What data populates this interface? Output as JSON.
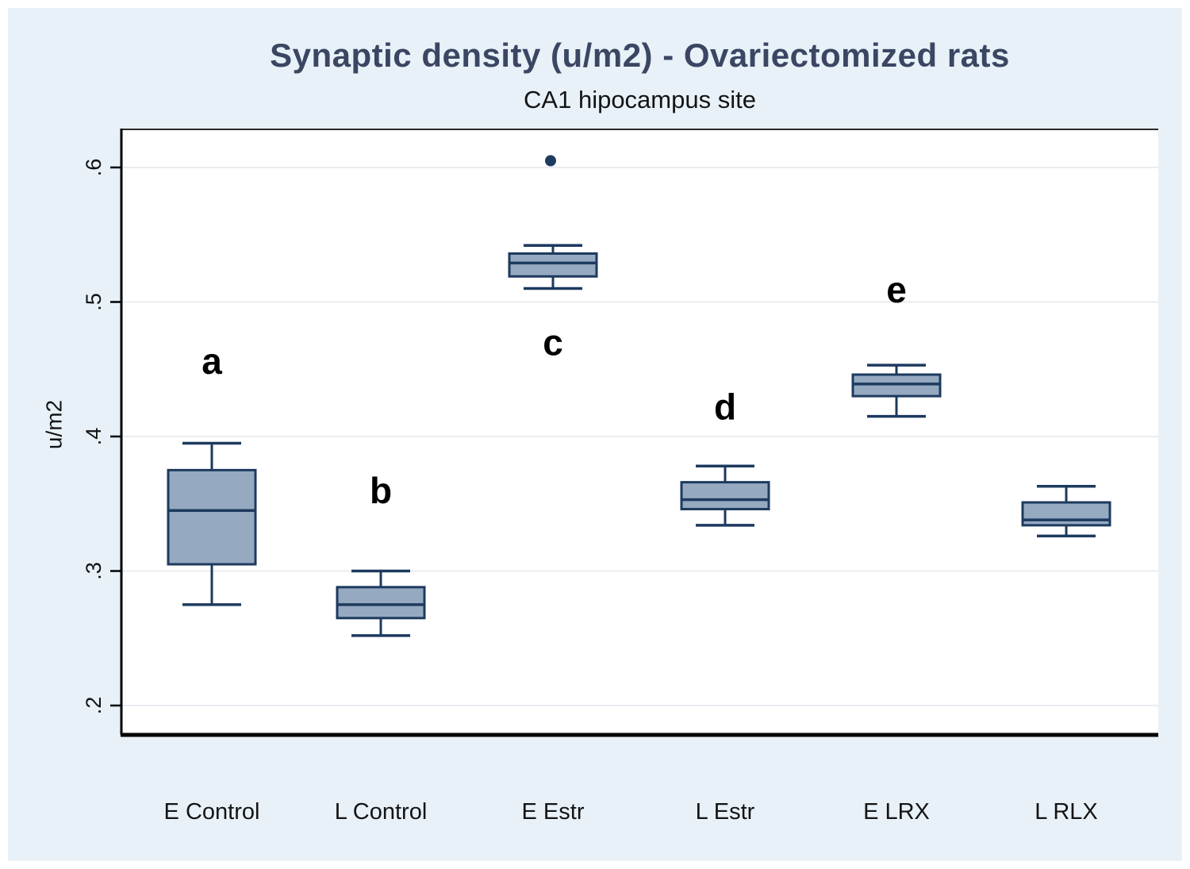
{
  "chart_data": {
    "type": "box",
    "title": "Synaptic density (u/m2) - Ovariectomized rats",
    "subtitle": "CA1 hipocampus site",
    "ylabel": "u/m2",
    "y_axis": {
      "ticks": [
        {
          "label": ".2",
          "value": 0.2
        },
        {
          "label": ".3",
          "value": 0.3
        },
        {
          "label": ".4",
          "value": 0.4
        },
        {
          "label": ".5",
          "value": 0.5
        },
        {
          "label": ".6",
          "value": 0.6
        }
      ],
      "range": [
        0.178,
        0.628
      ],
      "gridlines": true
    },
    "categories": [
      "E Control",
      "L Control",
      "E Estr",
      "L Estr",
      "E LRX",
      "L RLX"
    ],
    "boxes": [
      {
        "label": "E Control",
        "letter": "a",
        "letter_at": 0.456,
        "whisker_low": 0.275,
        "q1": 0.305,
        "median": 0.345,
        "q3": 0.375,
        "whisker_high": 0.395,
        "outliers": []
      },
      {
        "label": "L Control",
        "letter": "b",
        "letter_at": 0.36,
        "whisker_low": 0.252,
        "q1": 0.265,
        "median": 0.275,
        "q3": 0.288,
        "whisker_high": 0.3,
        "outliers": []
      },
      {
        "label": "E Estr",
        "letter": "c",
        "letter_at": 0.47,
        "whisker_low": 0.51,
        "q1": 0.519,
        "median": 0.529,
        "q3": 0.536,
        "whisker_high": 0.542,
        "outliers": [
          0.605
        ]
      },
      {
        "label": "L Estr",
        "letter": "d",
        "letter_at": 0.422,
        "whisker_low": 0.334,
        "q1": 0.346,
        "median": 0.353,
        "q3": 0.366,
        "whisker_high": 0.378,
        "outliers": []
      },
      {
        "label": "E LRX",
        "letter": "e",
        "letter_at": 0.509,
        "whisker_low": 0.415,
        "q1": 0.43,
        "median": 0.439,
        "q3": 0.446,
        "whisker_high": 0.453,
        "outliers": []
      },
      {
        "label": "L RLX",
        "letter": "",
        "letter_at": null,
        "whisker_low": 0.326,
        "q1": 0.334,
        "median": 0.338,
        "q3": 0.351,
        "whisker_high": 0.363,
        "outliers": []
      }
    ],
    "colors": {
      "box_fill": "#95a9c1",
      "box_stroke": "#1d3a5f",
      "outlier": "#1d3a5f",
      "background": "#e8f1f8",
      "plot_background": "#ffffff",
      "gridline": "#e9edf1",
      "title": "#3a4662",
      "axis": "#000000",
      "tick_label": "#111111"
    }
  }
}
